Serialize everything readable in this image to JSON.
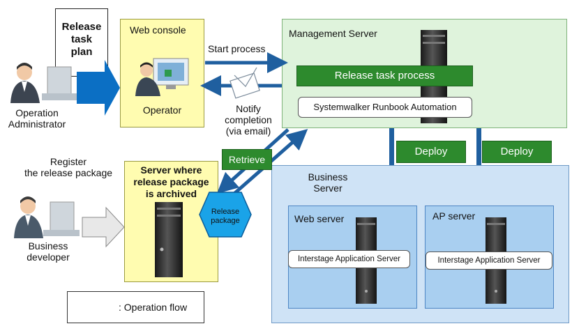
{
  "colors": {
    "flow_arrow": "#1f5f9f",
    "big_arrow": "#0b6fc4",
    "green_label": "#2d8a2d",
    "note_yellow": "#fffcb0",
    "mgmt_green": "#dff3dc",
    "business_blue": "#cfe3f6",
    "package_hex": "#1aa3e8"
  },
  "release_plan": {
    "line1": "Release",
    "line2": "task",
    "line3": "plan"
  },
  "operation_admin": {
    "line1": "Operation",
    "line2": "Administrator",
    "icon": "person-at-desk-icon"
  },
  "web_console": {
    "title": "Web console",
    "operator": "Operator",
    "icon": "operator-at-monitor-icon"
  },
  "start_process": "Start process",
  "notify": {
    "line1": "Notify",
    "line2": "completion",
    "line3": "(via email)",
    "icon": "envelope-icon"
  },
  "management_server": {
    "title": "Management Server",
    "process_bar": "Release task process",
    "product": "Systemwalker Runbook Automation",
    "icon": "server-tower-icon"
  },
  "register": {
    "line1": "Register",
    "line2": "the release package"
  },
  "business_developer": {
    "line1": "Business",
    "line2": "developer",
    "icon": "person-at-desk-icon"
  },
  "archive_server": {
    "line1": "Server where",
    "line2": "release package",
    "line3": "is archived",
    "icon": "server-tower-icon"
  },
  "retrieve": "Retrieve",
  "release_package": {
    "line1": "Release",
    "line2": "package"
  },
  "deploy_left": "Deploy",
  "deploy_right": "Deploy",
  "business_server": {
    "title_line1": "Business",
    "title_line2": "Server",
    "web_server": {
      "title": "Web server",
      "product": "Interstage Application Server"
    },
    "ap_server": {
      "title": "AP server",
      "product": "Interstage Application Server"
    }
  },
  "legend": {
    "label": ": Operation flow",
    "icon": "flow-arrow-icon"
  }
}
